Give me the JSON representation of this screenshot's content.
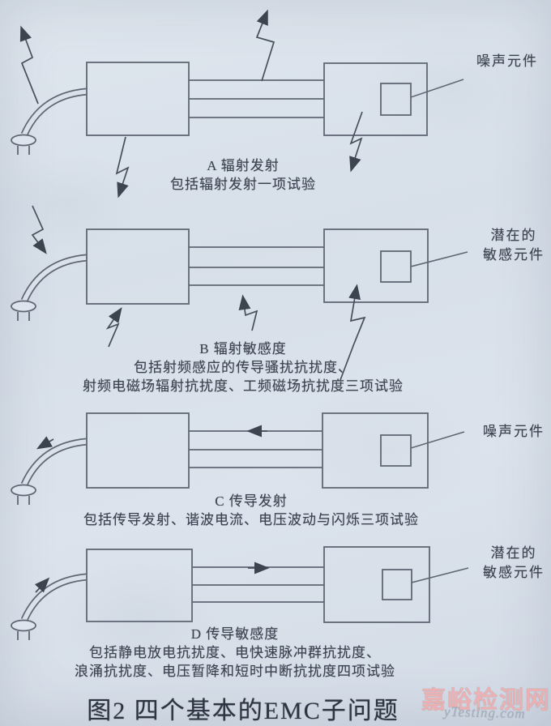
{
  "page": {
    "figure_caption": "图2 四个基本的EMC子问题",
    "watermark": {
      "site_name": "嘉峪检测网",
      "site_url_text": "yTesting.com"
    }
  },
  "colors": {
    "paper": "#d9e1ea",
    "ink_line": "#5f6774",
    "ink_text": "#3c4350",
    "watermark_pink": "#eeadae",
    "watermark_gray": "#a9b2bf"
  },
  "diagrams": [
    {
      "id": "A",
      "component_label_lines": [
        "噪声元件"
      ],
      "caption_lines": [
        "A 辐射发射",
        "包括辐射发射一项试验"
      ]
    },
    {
      "id": "B",
      "component_label_lines": [
        "潜在的",
        "敏感元件"
      ],
      "caption_lines": [
        "B 辐射敏感度",
        "包括射频感应的传导骚扰抗扰度、",
        "射频电磁场辐射抗扰度、工频磁场抗扰度三项试验"
      ]
    },
    {
      "id": "C",
      "component_label_lines": [
        "噪声元件"
      ],
      "caption_lines": [
        "C 传导发射",
        "包括传导发射、谐波电流、电压波动与闪烁三项试验"
      ]
    },
    {
      "id": "D",
      "component_label_lines": [
        "潜在的",
        "敏感元件"
      ],
      "caption_lines": [
        "D 传导敏感度",
        "包括静电放电抗扰度、电快速脉冲群抗扰度、",
        "浪涌抗扰度、电压暂降和短时中断抗扰度四项试验"
      ]
    }
  ]
}
